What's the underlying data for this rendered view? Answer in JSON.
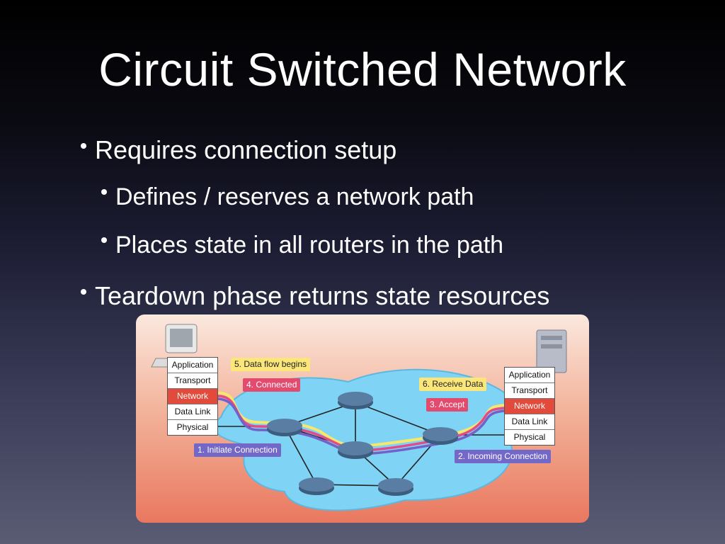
{
  "slide": {
    "title": "Circuit Switched Network",
    "bullets": [
      {
        "level": 1,
        "text": "Requires connection setup"
      },
      {
        "level": 2,
        "text": "Defines / reserves a network path"
      },
      {
        "level": 2,
        "text": "Places state in all routers in the path"
      },
      {
        "level": 1,
        "text": "Teardown phase returns state resources"
      }
    ]
  },
  "diagram": {
    "left_stack": [
      "Application",
      "Transport",
      "Network",
      "Data Link",
      "Physical"
    ],
    "right_stack": [
      "Application",
      "Transport",
      "Network",
      "Data Link",
      "Physical"
    ],
    "active_layer": "Network",
    "labels": {
      "step1": "1. Initiate Connection",
      "step2": "2. Incoming Connection",
      "step3": "3. Accept",
      "step4": "4. Connected",
      "step5": "5. Data flow begins",
      "step6": "6. Receive Data"
    },
    "colors": {
      "cloud": "#7fd3f5",
      "active_layer": "#e24b3b",
      "yellow_path": "#f6e86a",
      "pink_path": "#e24b8a",
      "purple_path": "#7360c8"
    },
    "icons": {
      "left_host": "desktop-computer-icon",
      "right_host": "server-icon",
      "router": "router-icon"
    }
  }
}
